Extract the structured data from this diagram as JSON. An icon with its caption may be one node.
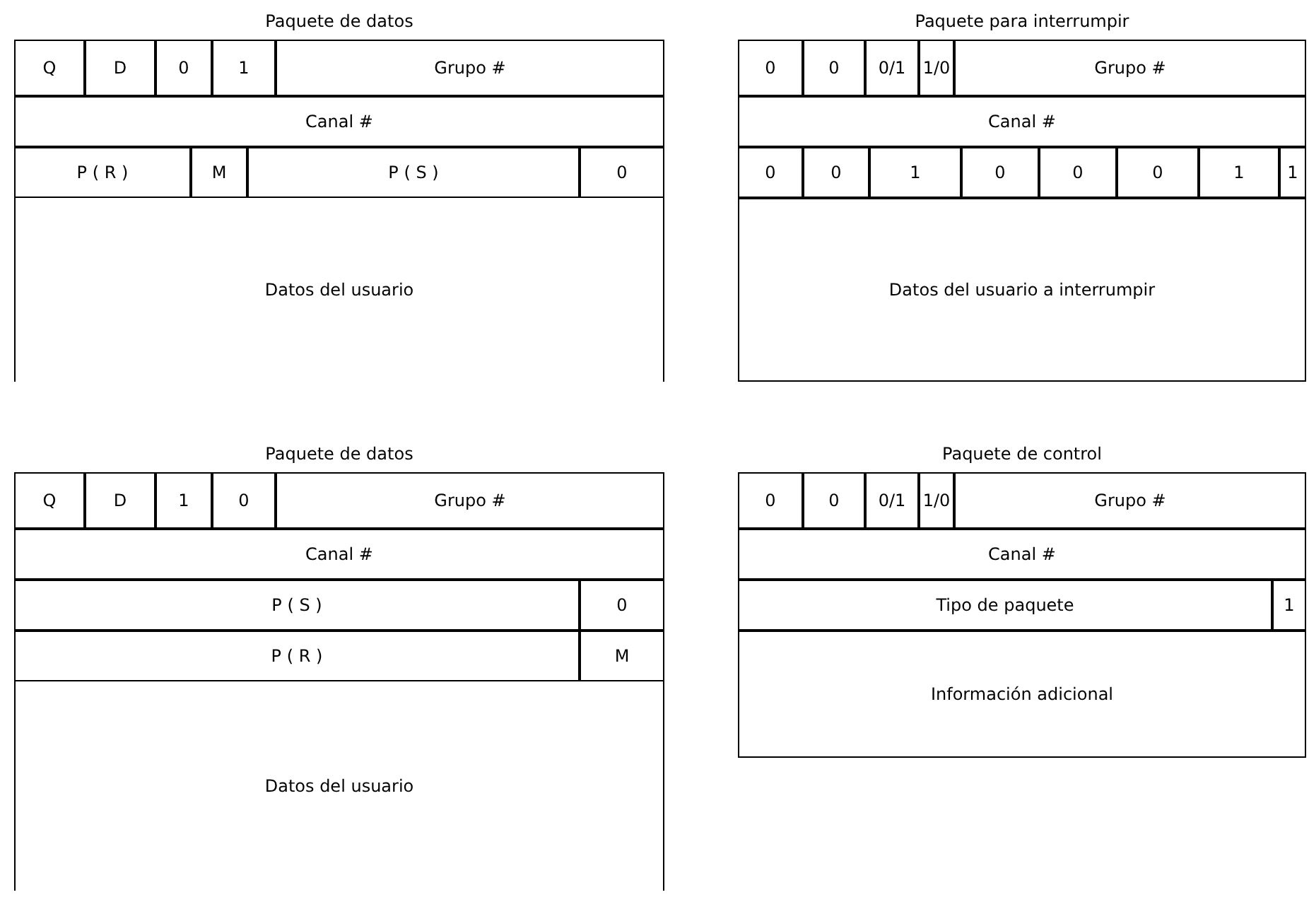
{
  "diagram": {
    "labels": [
      "Paquete de datos",
      "Q",
      "D",
      "0",
      "1",
      "Grupo #",
      "Canal #",
      "P ( R )",
      "M",
      "P ( S )",
      "0",
      "Datos del usuario",
      "Paquete para interrumpir",
      "0",
      "0",
      "0/1",
      "1/0",
      "Grupo #",
      "Canal #",
      "0",
      "0",
      "1",
      "0",
      "0",
      "0",
      "1",
      "1",
      "Datos del usuario a interrumpir",
      "Paquete de datos",
      "Q",
      "D",
      "1",
      "0",
      "Grupo #",
      "Canal #",
      "P ( S )",
      "0",
      "P ( R )",
      "M",
      "Datos del usuario",
      "Paquete de control",
      "0",
      "0",
      "0/1",
      "1/0",
      "Grupo #",
      "Canal #",
      "Tipo de paquete",
      "1",
      "Información adicional"
    ]
  }
}
